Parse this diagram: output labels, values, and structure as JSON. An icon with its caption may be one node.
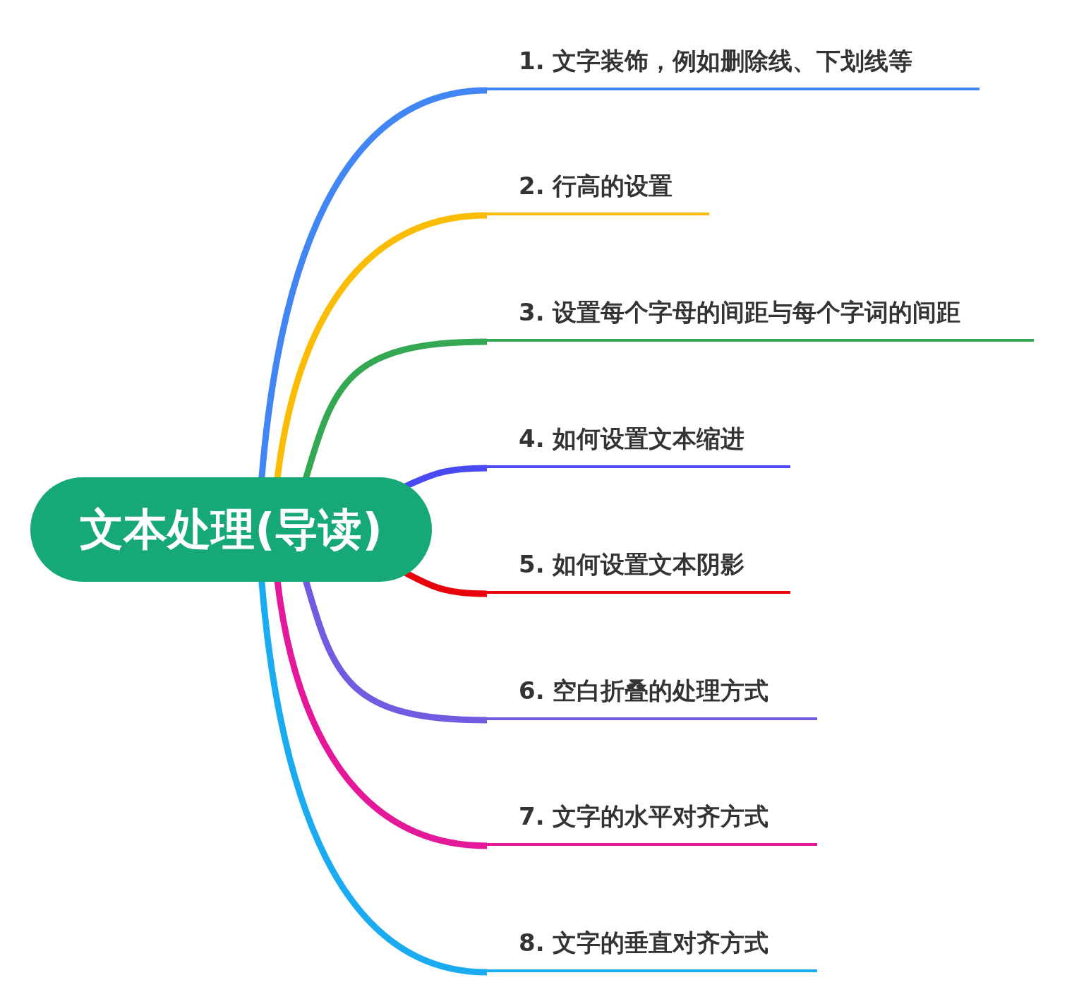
{
  "diagram": {
    "nodes": [
      {
        "text": [
          "文本处理(导读)"
        ]
      },
      {
        "text": [
          "1. 文字装饰，例如删除线、下划线等"
        ]
      },
      {
        "text": [
          "2. 行高的设置"
        ]
      },
      {
        "text": [
          "3. 设置每个字母的间距与每个字词的间距"
        ]
      },
      {
        "text": [
          "4. 如何设置文本缩进"
        ]
      },
      {
        "text": [
          "5. 如何设置文本阴影"
        ]
      },
      {
        "text": [
          "6. 空白折叠的处理方式"
        ]
      },
      {
        "text": [
          "7. 文字的水平对齐方式"
        ]
      },
      {
        "text": [
          "8. 文字的垂直对齐方式"
        ]
      }
    ],
    "edges": [
      {
        "from": 0,
        "to": 1,
        "arrow": "none",
        "color": "#4285f4"
      },
      {
        "from": 0,
        "to": 2,
        "arrow": "none",
        "color": "#fbbc05"
      },
      {
        "from": 0,
        "to": 3,
        "arrow": "none",
        "color": "#34a853"
      },
      {
        "from": 0,
        "to": 4,
        "arrow": "none",
        "color": "#4a4af4"
      },
      {
        "from": 0,
        "to": 5,
        "arrow": "none",
        "color": "#e8000b"
      },
      {
        "from": 0,
        "to": 6,
        "arrow": "none",
        "color": "#6f5ce0"
      },
      {
        "from": 0,
        "to": 7,
        "arrow": "none",
        "color": "#e3199a"
      },
      {
        "from": 0,
        "to": 8,
        "arrow": "none",
        "color": "#1aabf0"
      }
    ]
  }
}
